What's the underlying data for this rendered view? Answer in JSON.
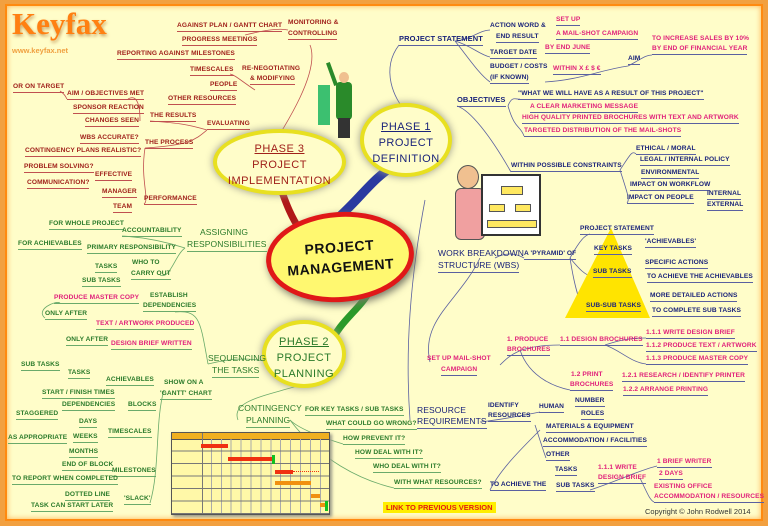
{
  "brand": {
    "logo": "Keyfax",
    "url": "www.keyfax.net"
  },
  "center": {
    "line1": "PROJECT",
    "line2": "MANAGEMENT"
  },
  "phase1": {
    "title": "PHASE 1",
    "line2": "PROJECT",
    "line3": "DEFINITION",
    "color": "#1a237a",
    "items": [
      "PROJECT STATEMENT",
      "ACTION WORD &",
      "END RESULT",
      "SET UP",
      "A MAIL-SHOT CAMPAIGN",
      "TARGET DATE",
      "BY END JUNE",
      "BUDGET / COSTS",
      "(IF KNOWN)",
      "WITHIN X £ $ €",
      "AIM",
      "TO INCREASE SALES BY 10%",
      "BY END OF FINANCIAL YEAR",
      "OBJECTIVES",
      "\"WHAT WE WILL HAVE AS A RESULT OF THIS PROJECT\"",
      "A CLEAR MARKETING MESSAGE",
      "HIGH QUALITY PRINTED BROCHURES WITH TEXT AND ARTWORK",
      "TARGETED DISTRIBUTION OF THE MAIL-SHOTS",
      "WITHIN POSSIBLE CONSTRAINTS",
      "ETHICAL / MORAL",
      "LEGAL / INTERNAL POLICY",
      "ENVIRONMENTAL",
      "IMPACT ON WORKFLOW",
      "IMPACT ON PEOPLE",
      "INTERNAL",
      "EXTERNAL",
      "PROJECT STATEMENT",
      "KEY TASKS",
      "'ACHIEVABLES'",
      "WORK BREAKDOWN",
      "STRUCTURE (WBS)",
      "A 'PYRAMID' OF",
      "SPECIFIC ACTIONS",
      "SUB TASKS",
      "TO ACHIEVE THE ACHIEVABLES",
      "MORE DETAILED ACTIONS",
      "SUB-SUB TASKS",
      "TO COMPLETE SUB TASKS",
      "1. PRODUCE",
      "BROCHURES",
      "SET UP MAIL-SHOT",
      "CAMPAIGN",
      "1.1 DESIGN BROCHURES",
      "1.1.1 WRITE DESIGN BRIEF",
      "1.1.2 PRODUCE TEXT / ARTWORK",
      "1.1.3 PRODUCE MASTER COPY",
      "1.2 PRINT",
      "BROCHURES",
      "1.2.1 RESEARCH / IDENTIFY PRINTER",
      "1.2.2 ARRANGE PRINTING",
      "RESOURCE",
      "REQUIREMENTS",
      "IDENTIFY",
      "RESOURCES",
      "HUMAN",
      "NUMBER",
      "ROLES",
      "MATERIALS & EQUIPMENT",
      "ACCOMMODATION / FACILITIES",
      "OTHER",
      "TASKS",
      "TO ACHIEVE THE",
      "SUB TASKS",
      "1.1.1 WRITE",
      "DESIGN BRIEF",
      "1 BRIEF WRITER",
      "2 DAYS",
      "EXISTING OFFICE",
      "ACCOMMODATION / RESOURCES"
    ]
  },
  "phase2": {
    "title": "PHASE 2",
    "line2": "PROJECT",
    "line3": "PLANNING",
    "color": "#2a7a2a",
    "items": [
      "FOR WHOLE PROJECT",
      "ACCOUNTABILITY",
      "ASSIGNING",
      "RESPONSIBILITIES",
      "FOR ACHIEVABLES",
      "PRIMARY RESPONSIBILITY",
      "TASKS",
      "WHO TO",
      "CARRY OUT",
      "SUB TASKS",
      "PRODUCE MASTER COPY",
      "ESTABLISH",
      "DEPENDENCIES",
      "ONLY AFTER",
      "TEXT / ARTWORK PRODUCED",
      "ONLY AFTER",
      "DESIGN BRIEF WRITTEN",
      "SEQUENCING",
      "THE TASKS",
      "SUB TASKS",
      "TASKS",
      "ACHIEVABLES",
      "SHOW ON A",
      "'GANTT' CHART",
      "START / FINISH TIMES",
      "DEPENDENCIES",
      "BLOCKS",
      "STAGGERED",
      "DAYS",
      "WEEKS",
      "TIMESCALES",
      "AS APPROPRIATE",
      "MONTHS",
      "END OF BLOCK",
      "MILESTONES",
      "TO REPORT WHEN COMPLETED",
      "DOTTED LINE",
      "TASK CAN START LATER",
      "'SLACK'",
      "CONTINGENCY",
      "PLANNING",
      "FOR  KEY TASKS / SUB TASKS",
      "WHAT COULD GO WRONG?",
      "HOW PREVENT IT?",
      "HOW DEAL WITH IT?",
      "WHO DEAL WITH IT?",
      "WITH WHAT RESOURCES?"
    ]
  },
  "phase3": {
    "title": "PHASE 3",
    "line2": "PROJECT",
    "line3": "IMPLEMENTATION",
    "color": "#a0201a",
    "items": [
      "AGAINST PLAN / GANTT CHART",
      "PROGRESS MEETINGS",
      "REPORTING AGAINST MILESTONES",
      "MONITORING &",
      "CONTROLLING",
      "TIMESCALES",
      "PEOPLE",
      "OTHER RESOURCES",
      "RE-NEGOTIATING",
      "& MODIFYING",
      "OR ON TARGET",
      "AIM / OBJECTIVES MET",
      "SPONSOR REACTION",
      "CHANGES SEEN",
      "THE RESULTS",
      "EVALUATING",
      "WBS ACCURATE?",
      "CONTINGENCY PLANS REALISTIC?",
      "THE PROCESS",
      "PROBLEM SOLVING?",
      "EFFECTIVE",
      "COMMUNICATION?",
      "MANAGER",
      "TEAM",
      "PERFORMANCE"
    ]
  },
  "footer": {
    "link": "LINK TO PREVIOUS VERSION",
    "copyright": "Copyright © John Rodwell 2014"
  },
  "colors": {
    "accent": "#ff8a10",
    "background": "#fffdc9",
    "example": "#e0207a"
  }
}
